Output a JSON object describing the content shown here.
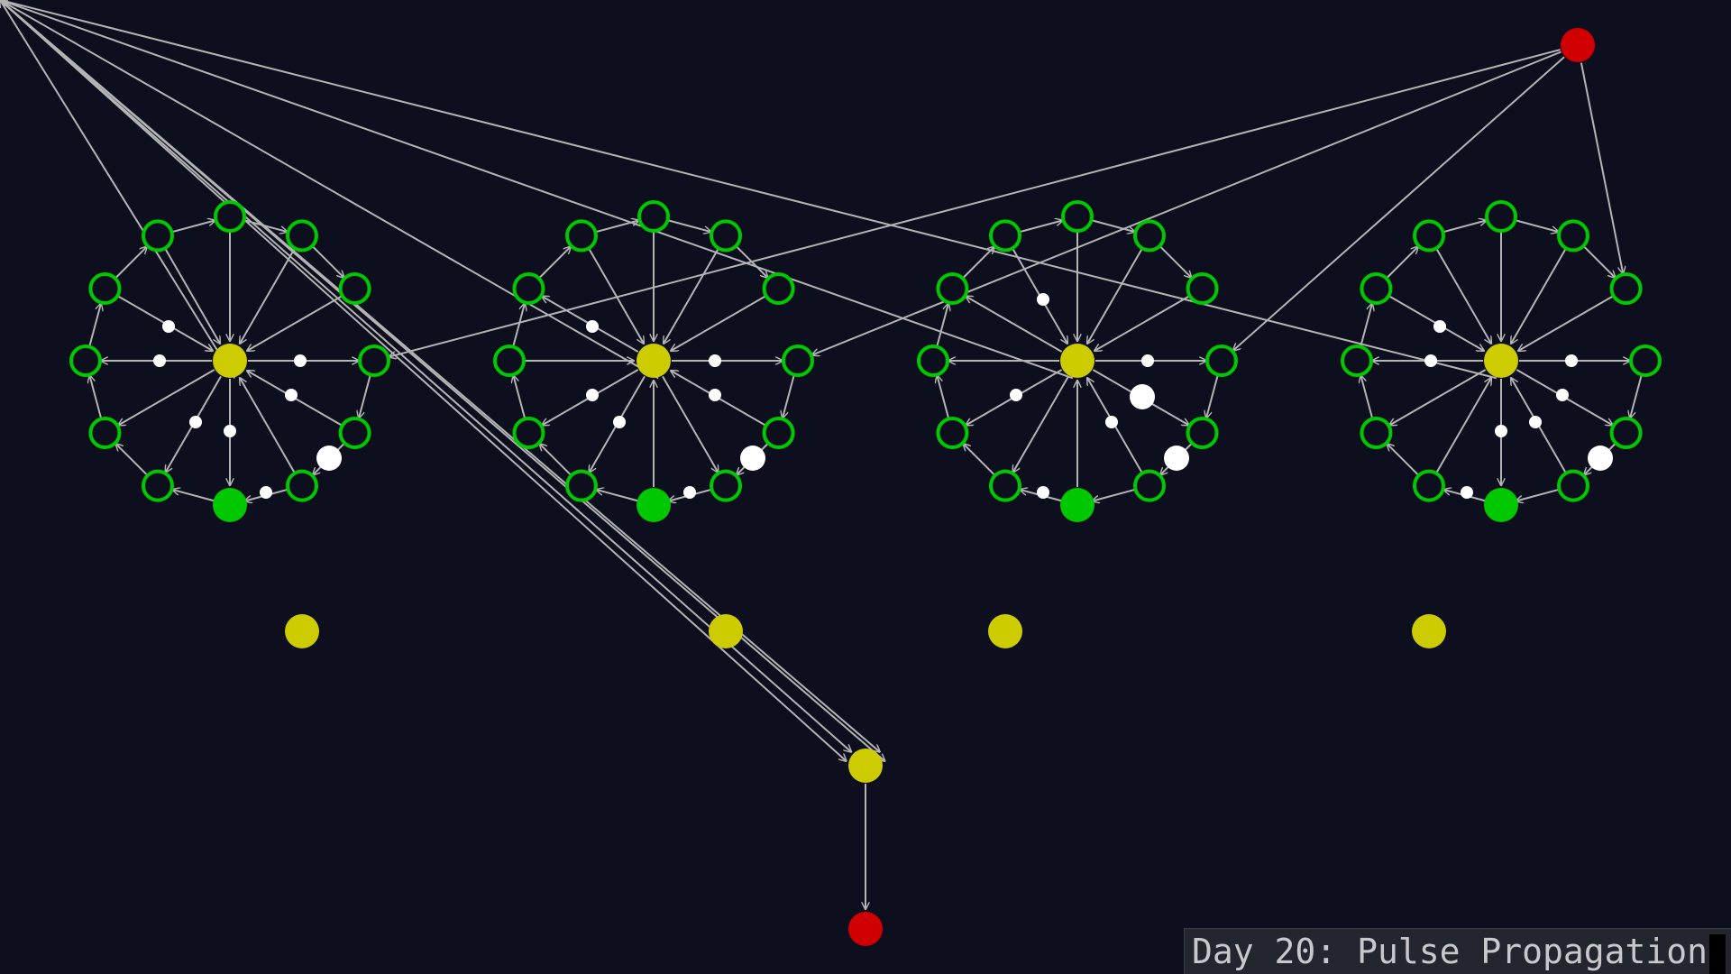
{
  "caption": {
    "text": "Day 20: Pulse Propagation"
  },
  "palette": {
    "background": "#0d0f1f",
    "edge": "#b4b4b4",
    "flip_flop": "#00c800",
    "conjunction": "#cccc00",
    "endpoint": "#d10000",
    "pulse": "#ffffff"
  },
  "diagram": {
    "node_kinds": [
      "flip-flop",
      "conjunction",
      "broadcaster",
      "output"
    ],
    "clusters": 4,
    "flip_flops_per_cluster": 12,
    "active_flip_flop_per_cluster": 1
  }
}
